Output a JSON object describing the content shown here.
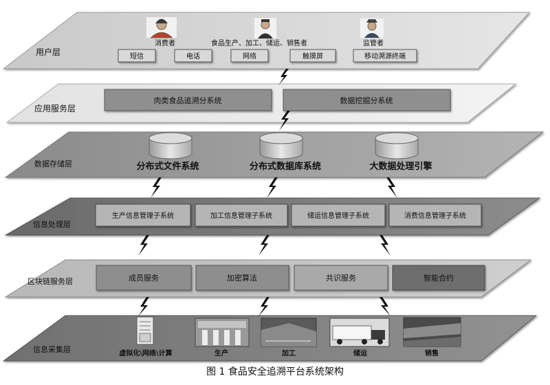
{
  "caption": "图 1 食品安全追溯平台系统架构",
  "layers": {
    "user": {
      "name": "用户层",
      "actors": [
        "消费者",
        "食品生产、加工、储运、销售者",
        "监管者"
      ],
      "boxes": [
        "短信",
        "电话",
        "网络",
        "触摸屏",
        "移动溯源终端"
      ]
    },
    "app": {
      "name": "应用服务层",
      "boxes": [
        "肉类食品追溯分系统",
        "数据挖掘分系统"
      ]
    },
    "storage": {
      "name": "数据存储层",
      "boxes": [
        "分布式文件系统",
        "分布式数据库系统",
        "大数据处理引擎"
      ]
    },
    "processing": {
      "name": "信息处理层",
      "boxes": [
        "生产信息管理子系统",
        "加工信息管理子系统",
        "储运信息管理子系统",
        "消费信息管理子系统"
      ]
    },
    "blockchain": {
      "name": "区块链服务层",
      "boxes": [
        "成员服务",
        "加密算法",
        "共识服务",
        "智能合约"
      ]
    },
    "collection": {
      "name": "信息采集层",
      "photos": [
        "虚拟化\\网络\\计算",
        "生产",
        "加工",
        "储运",
        "销售"
      ]
    }
  }
}
